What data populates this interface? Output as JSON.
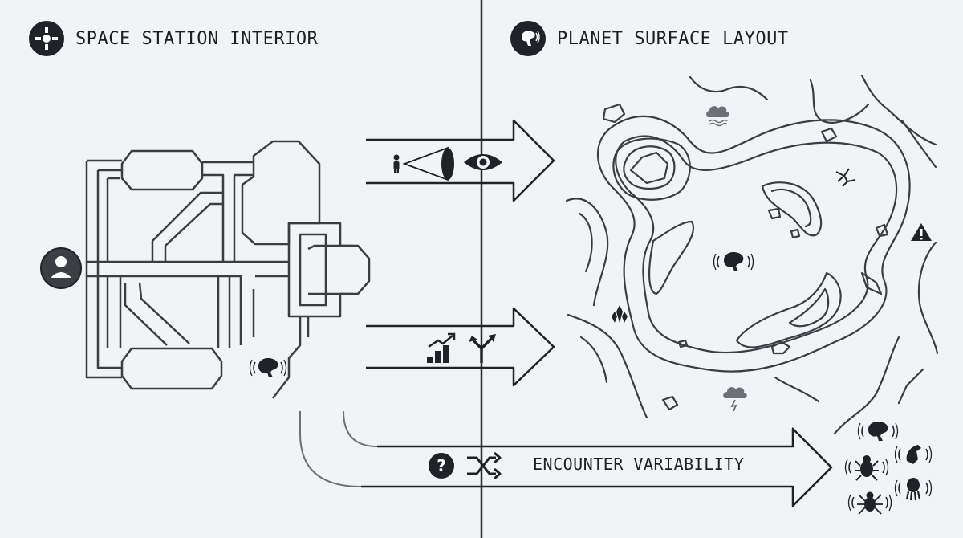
{
  "headings": {
    "left": {
      "label": "SPACE STATION INTERIOR",
      "icon": "crosshair-drone-icon"
    },
    "right": {
      "label": "PLANET SURFACE LAYOUT",
      "icon": "alien-signal-icon"
    }
  },
  "arrows": [
    {
      "name": "line-of-sight",
      "icons": [
        "person-icon",
        "vision-cone-icon",
        "eye-icon"
      ]
    },
    {
      "name": "escalation-and-routing",
      "icons": [
        "rising-bars-icon",
        "branching-path-icon"
      ]
    },
    {
      "name": "encounter",
      "icons": [
        "question-icon",
        "shuffle-icon"
      ],
      "label": "ENCOUNTER VARIABILITY"
    }
  ],
  "encounter_variants": [
    "alien-xeno-icon",
    "alien-bug-icon",
    "alien-lizard-icon",
    "alien-spider-icon",
    "alien-squid-icon"
  ],
  "map_markers": [
    "storm-icon",
    "crack-icon",
    "warning-icon",
    "crystal-icon",
    "lightning-cloud-icon",
    "alien-signal-icon"
  ],
  "colors": {
    "background": "#f1f3f6",
    "ink": "#1f2226",
    "line": "#3a3d42",
    "divider": "#2b2d30"
  }
}
